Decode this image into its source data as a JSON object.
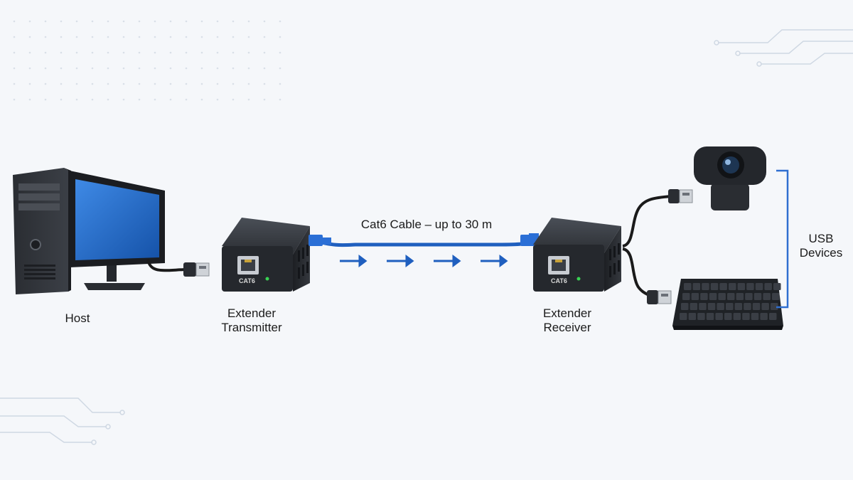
{
  "labels": {
    "host": "Host",
    "transmitter_line1": "Extender",
    "transmitter_line2": "Transmitter",
    "receiver_line1": "Extender",
    "receiver_line2": "Receiver",
    "usb_line1": "USB",
    "usb_line2": "Devices",
    "cable": "Cat6 Cable – up to 30 m"
  },
  "ports": {
    "transmitter": "CAT6",
    "receiver": "CAT6"
  },
  "colors": {
    "background": "#f5f7fa",
    "cable": "#1f5fbf",
    "device_body": "#2b2e33",
    "monitor_screen": "#1f6fd1",
    "bracket": "#2f6fd0",
    "led": "#39d353"
  },
  "icons": {
    "computer": "desktop-pc-icon",
    "webcam": "webcam-icon",
    "keyboard": "keyboard-icon",
    "usb": "usb-plug-icon",
    "rj45": "rj45-connector-icon",
    "arrow": "arrow-right-icon"
  }
}
